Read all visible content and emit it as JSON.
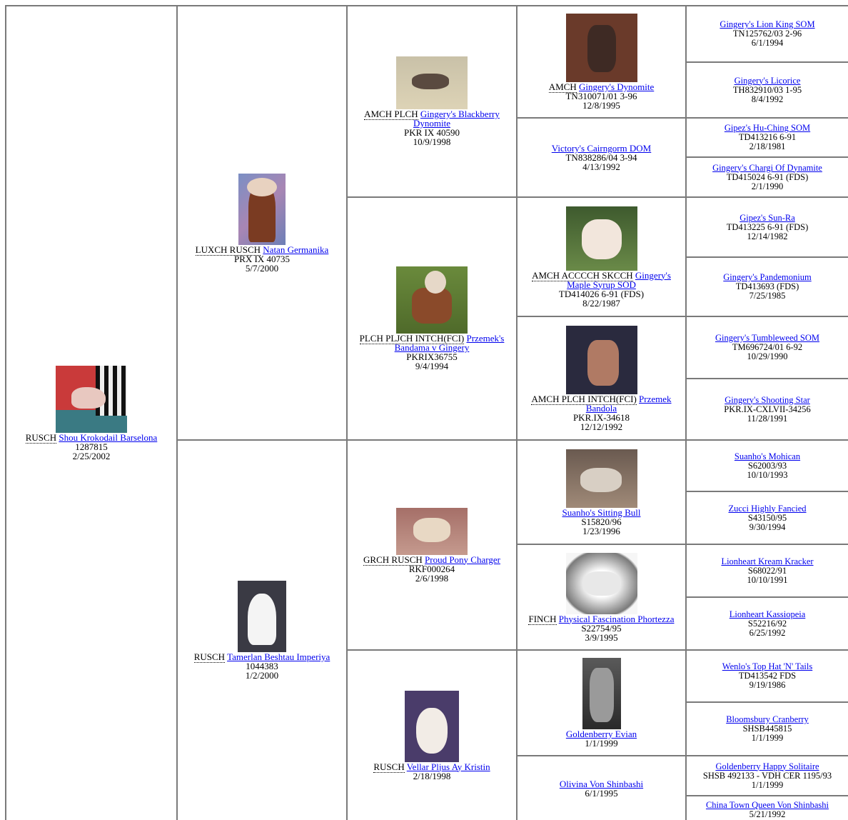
{
  "dog": {
    "title": "RUSCH",
    "name": "Shou Krokodail Barselona",
    "reg": "1287815",
    "dob": "2/25/2002"
  },
  "gen1": [
    {
      "title": "LUXCH RUSCH",
      "name": "Natan Germanika",
      "reg": "PRX IX 40735",
      "dob": "5/7/2000"
    },
    {
      "title": "RUSCH",
      "name": "Tamerlan Beshtau Imperiya",
      "reg": "1044383",
      "dob": "1/2/2000"
    }
  ],
  "gen2": [
    {
      "title": "AMCH PLCH",
      "name": "Gingery's Blackberry Dynomite",
      "reg": "PKR IX 40590",
      "dob": "10/9/1998"
    },
    {
      "title": "PLCH PLJCH INTCH(FCI)",
      "name": "Przemek's Bandama v Gingery",
      "reg": "PKRIX36755",
      "dob": "9/4/1994"
    },
    {
      "title": "GRCH RUSCH",
      "name": "Proud Pony Charger",
      "reg": "RKF000264",
      "dob": "2/6/1998"
    },
    {
      "title": "RUSCH",
      "name": "Vellar Pljus Ay Kristin",
      "reg": "",
      "dob": "2/18/1998"
    }
  ],
  "gen3": [
    {
      "title": "AMCH",
      "name": "Gingery's Dynomite",
      "reg": "TN310071/01 3-96",
      "dob": "12/8/1995"
    },
    {
      "title": "",
      "name": "Victory's Cairngorm DOM",
      "reg": "TN838286/04 3-94",
      "dob": "4/13/1992"
    },
    {
      "title": "AMCH ACCCCH SKCCH",
      "name": "Gingery's Maple Syrup SOD",
      "reg": "TD414026 6-91 (FDS)",
      "dob": "8/22/1987"
    },
    {
      "title": "AMCH PLCH INTCH(FCI)",
      "name": "Przemek Bandola",
      "reg": "PKR.IX-34618",
      "dob": "12/12/1992"
    },
    {
      "title": "",
      "name": "Suanho's Sitting Bull",
      "reg": "S15820/96",
      "dob": "1/23/1996"
    },
    {
      "title": "FINCH",
      "name": "Physical Fascination Phortezza",
      "reg": "S22754/95",
      "dob": "3/9/1995"
    },
    {
      "title": "",
      "name": "Goldenberry Evian",
      "reg": "",
      "dob": "1/1/1999"
    },
    {
      "title": "",
      "name": "Olivina Von Shinbashi",
      "reg": "",
      "dob": "6/1/1995"
    }
  ],
  "gen4": [
    {
      "name": "Gingery's Lion King SOM",
      "reg": "TN125762/03 2-96",
      "dob": "6/1/1994"
    },
    {
      "name": "Gingery's Licorice",
      "reg": "TH832910/03 1-95",
      "dob": "8/4/1992"
    },
    {
      "name": "Gipez's Hu-Ching SOM",
      "reg": "TD413216 6-91",
      "dob": "2/18/1981"
    },
    {
      "name": "Gingery's Chargi Of Dynamite",
      "reg": "TD415024 6-91 (FDS)",
      "dob": "2/1/1990"
    },
    {
      "name": "Gipez's Sun-Ra",
      "reg": "TD413225 6-91 (FDS)",
      "dob": "12/14/1982"
    },
    {
      "name": "Gingery's Pandemonium",
      "reg": "TD413693 (FDS)",
      "dob": "7/25/1985"
    },
    {
      "name": "Gingery's Tumbleweed SOM",
      "reg": "TM696724/01 6-92",
      "dob": "10/29/1990"
    },
    {
      "name": "Gingery's Shooting Star",
      "reg": "PKR.IX-CXLVII-34256",
      "dob": "11/28/1991"
    },
    {
      "name": "Suanho's Mohican",
      "reg": "S62003/93",
      "dob": "10/10/1993"
    },
    {
      "name": "Zucci Highly Fancied",
      "reg": "S43150/95",
      "dob": "9/30/1994"
    },
    {
      "name": "Lionheart Kream Kracker",
      "reg": "S68022/91",
      "dob": "10/10/1991"
    },
    {
      "name": "Lionheart Kassiopeia",
      "reg": "S52216/92",
      "dob": "6/25/1992"
    },
    {
      "name": "Wenlo's Top Hat 'N' Tails",
      "reg": "TD413542 FDS",
      "dob": "9/19/1986"
    },
    {
      "name": "Bloomsbury Cranberry",
      "reg": "SHSB445815",
      "dob": "1/1/1999"
    },
    {
      "name": "Goldenberry Happy Solitaire",
      "reg": "SHSB 492133 - VDH CER 1195/93",
      "dob": "1/1/1999"
    },
    {
      "name": "China Town Queen Von Shinbashi",
      "reg": "",
      "dob": "5/21/1992"
    }
  ]
}
